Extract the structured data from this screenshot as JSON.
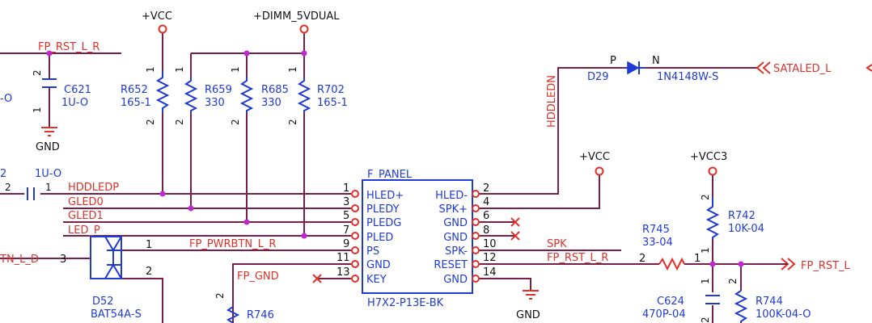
{
  "power": {
    "vcc_top": "+VCC",
    "dimm": "+DIMM_5VDUAL",
    "vcc_mid": "+VCC",
    "vcc3": "+VCC3"
  },
  "nets": {
    "fp_rst_l_r_top": "FP_RST_L_R",
    "hddledp": "HDDLEDP",
    "gled0": "GLED0",
    "gled1": "GLED1",
    "led_p": "LED_P",
    "fp_pwrbtn": "FP_PWRBTN_L_R",
    "fp_gnd": "FP_GND",
    "hddledn": "HDDLEDN",
    "sataled": "SATALED_L",
    "spk": "SPK",
    "fp_rst_l_r_mid": "FP_RST_L_R",
    "fp_rst_l": "FP_RST_L",
    "left_cut_top": "-O",
    "left_cut_btn": "TN_L_D"
  },
  "components": {
    "c621": {
      "ref": "C621",
      "value": "1U-O",
      "pin_top": "2",
      "pin_bot": "1"
    },
    "r652": {
      "ref": "R652",
      "value": "165-1",
      "pin_top": "1",
      "pin_bot": "2"
    },
    "r659": {
      "ref": "R659",
      "value": "330",
      "pin_top": "1",
      "pin_bot": "2"
    },
    "r685": {
      "ref": "R685",
      "value": "330",
      "pin_top": "1",
      "pin_bot": "2"
    },
    "r702": {
      "ref": "R702",
      "value": "165-1",
      "pin_top": "1",
      "pin_bot": "2"
    },
    "cap_left": {
      "ref": "2",
      "value": "1U-O",
      "pin_left": "2",
      "pin_right": "1"
    },
    "d29": {
      "ref": "D29",
      "value": "1N4148W-S",
      "pin_p": "P",
      "pin_n": "N"
    },
    "d52": {
      "ref": "D52",
      "value": "BAT54A-S",
      "pin_3": "3",
      "pin_1": "1",
      "pin_2": "2"
    },
    "r745": {
      "ref": "R745",
      "value": "33-04",
      "pin_left": "2",
      "pin_right": "1"
    },
    "r742": {
      "ref": "R742",
      "value": "10K-04",
      "pin_top": "2",
      "pin_bot": "1"
    },
    "c624": {
      "ref": "C624",
      "value": "470P-04",
      "pin_top": "1",
      "pin_bot": "2"
    },
    "r744": {
      "ref": "R744",
      "value": "100K-04-O",
      "pin_top": "2"
    },
    "r746": {
      "ref": "R746",
      "pin_top": "2"
    }
  },
  "gnd_labels": {
    "left": "GND",
    "right": "GND"
  },
  "connector": {
    "name": "F_PANEL",
    "part": "H7X2-P13E-BK",
    "left_pins": [
      {
        "num": "1",
        "label": "HLED+"
      },
      {
        "num": "3",
        "label": "PLEDY"
      },
      {
        "num": "5",
        "label": "PLEDG"
      },
      {
        "num": "7",
        "label": "PLED"
      },
      {
        "num": "9",
        "label": "PS"
      },
      {
        "num": "11",
        "label": "GND"
      },
      {
        "num": "13",
        "label": "KEY"
      }
    ],
    "right_pins": [
      {
        "num": "2",
        "label": "HLED-"
      },
      {
        "num": "4",
        "label": "SPK+"
      },
      {
        "num": "6",
        "label": "GND"
      },
      {
        "num": "8",
        "label": "GND"
      },
      {
        "num": "10",
        "label": "SPK-"
      },
      {
        "num": "12",
        "label": "RESET"
      },
      {
        "num": "14",
        "label": "GND"
      }
    ]
  }
}
